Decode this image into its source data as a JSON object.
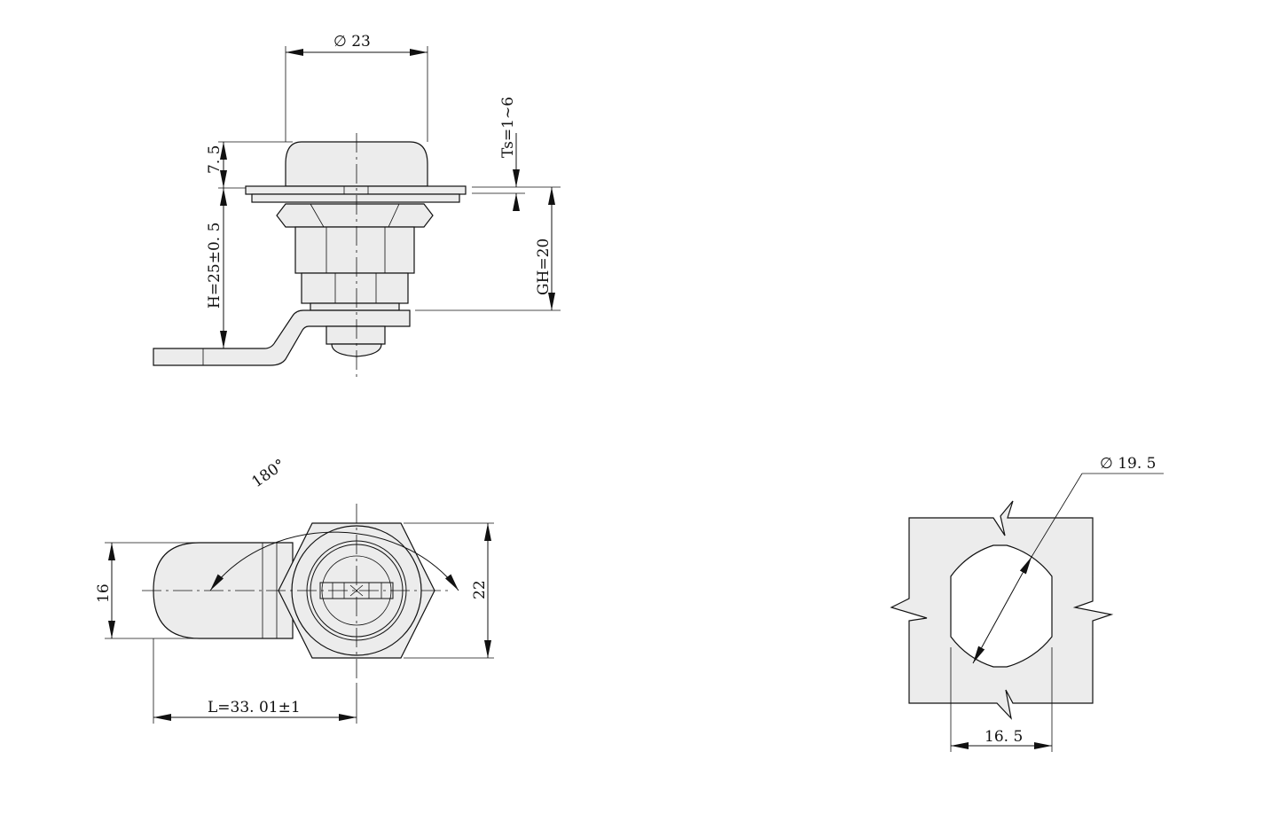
{
  "dimensions": {
    "phi23": "∅ 23",
    "d7_5": "7. 5",
    "ts": "Ts=1~6",
    "h25": "H=25±0. 5",
    "gh20": "GH=20",
    "angle180": "180°",
    "d16": "16",
    "d22": "22",
    "l33": "L=33. 01±1",
    "phi19_5": "∅ 19. 5",
    "d16_5": "16. 5"
  }
}
